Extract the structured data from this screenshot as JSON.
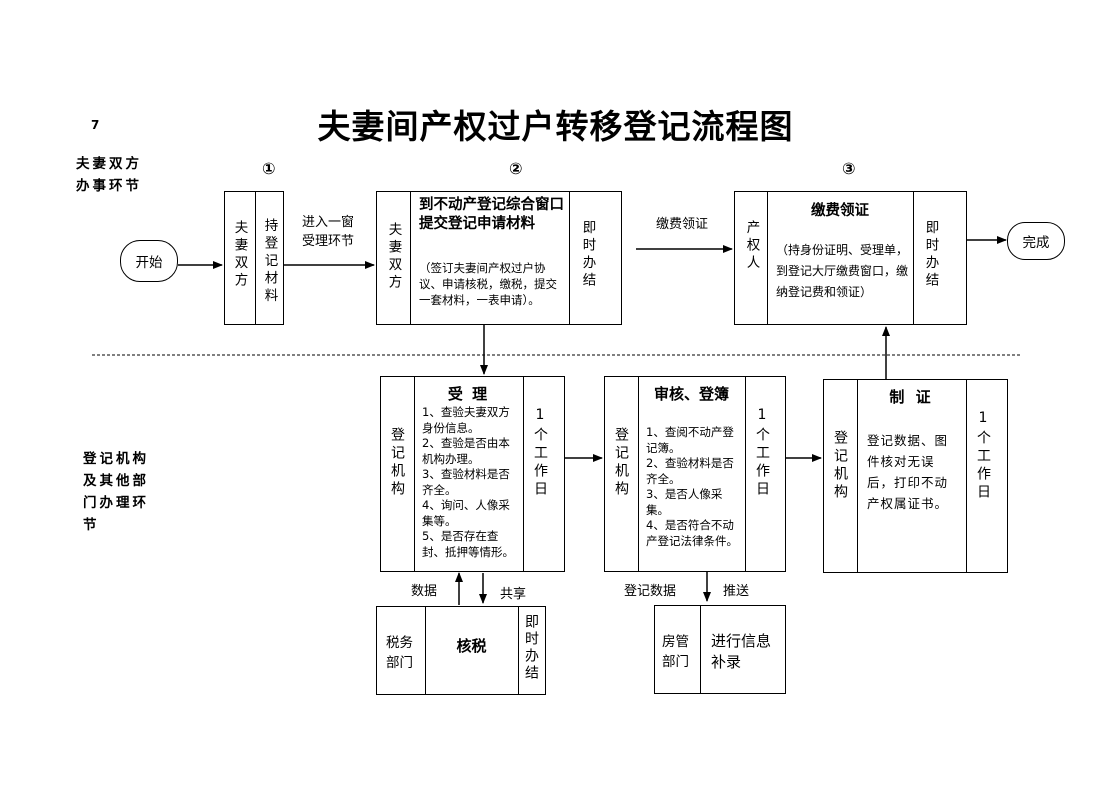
{
  "page_number": "7",
  "title": "夫妻间产权过户转移登记流程图",
  "lanes": {
    "top": "夫妻双方办事环节",
    "bottom": "登记机构及其他部门办理环节"
  },
  "steps": {
    "s1": "①",
    "s2": "②",
    "s3": "③"
  },
  "start_label": "开始",
  "end_label": "完成",
  "box1": {
    "party": "夫妻双方",
    "action": "持登记材料"
  },
  "arrow1_label": "进入一窗受理环节",
  "box2": {
    "party": "夫妻双方",
    "title": "到不动产登记综合窗口提交登记申请材料",
    "desc": "（签订夫妻间产权过户协议、申请核税，缴税，提交一套材料，一表申请）。",
    "time": "即时办结"
  },
  "arrow2_label": "缴费领证",
  "box3": {
    "party": "产权人",
    "title": "缴费领证",
    "desc": "（持身份证明、受理单，到登记大厅缴费窗口，缴纳登记费和领证）",
    "time": "即时办结"
  },
  "accept": {
    "org": "登记机构",
    "title": "受 理",
    "items": [
      "1、查验夫妻双方身份信息。",
      "2、查验是否由本机构办理。",
      "3、查验材料是否齐全。",
      "4、询问、人像采集等。",
      "5、是否存在查封、抵押等情形。"
    ],
    "time": "1个工作日"
  },
  "review": {
    "org": "登记机构",
    "title": "审核、登簿",
    "items": [
      "1、查阅不动产登记簿。",
      "2、查验材料是否齐全。",
      "3、是否人像采集。",
      "4、是否符合不动产登记法律条件。"
    ],
    "time": "1个工作日"
  },
  "issue": {
    "org": "登记机构",
    "title": "制 证",
    "desc": "登记数据、图件核对无误后，打印不动产权属证书。",
    "time": "1个工作日"
  },
  "tax": {
    "dept": "税务部门",
    "title": "核税",
    "time": "即时办结"
  },
  "tax_labels": {
    "up": "数据",
    "down": "共享"
  },
  "housing": {
    "dept": "房管部门",
    "title": "进行信息补录"
  },
  "housing_labels": {
    "left": "登记数据",
    "right": "推送"
  }
}
